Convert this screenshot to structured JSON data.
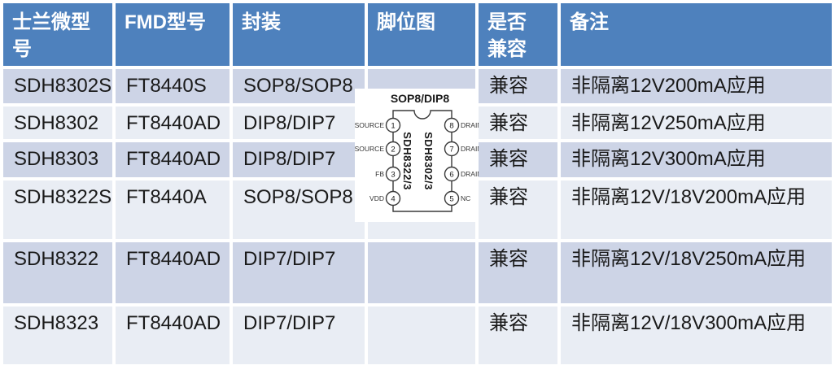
{
  "colors": {
    "header_bg": "#4E81BD",
    "header_text": "#FFFFFF",
    "row_band_dark": "#CDD4E6",
    "row_band_light": "#E9EDF4",
    "body_text": "#1A1A1A",
    "diagram_line": "#3A3A3A"
  },
  "table": {
    "headers": {
      "silan": "士兰微型\n号",
      "fmd": "FMD型号",
      "package": "封装",
      "pin_diagram": "脚位图",
      "compatible": "是否\n兼容",
      "remark": "备注"
    },
    "rows": [
      {
        "silan": "SDH8302S",
        "fmd": "FT8440S",
        "package": "SOP8/SOP8",
        "compatible": "兼容",
        "remark": "非隔离12V200mA应用"
      },
      {
        "silan": "SDH8302",
        "fmd": "FT8440AD",
        "package": "DIP8/DIP7",
        "compatible": "兼容",
        "remark": "非隔离12V250mA应用"
      },
      {
        "silan": "SDH8303",
        "fmd": "FT8440AD",
        "package": "DIP8/DIP7",
        "compatible": "兼容",
        "remark": "非隔离12V300mA应用"
      },
      {
        "silan": "SDH8322S",
        "fmd": "FT8440A",
        "package": "SOP8/SOP8",
        "compatible": "兼容",
        "remark": "非隔离12V/18V200mA应用"
      },
      {
        "silan": "SDH8322",
        "fmd": "FT8440AD",
        "package": "DIP7/DIP7",
        "compatible": "兼容",
        "remark": "非隔离12V/18V250mA应用"
      },
      {
        "silan": "SDH8323",
        "fmd": "FT8440AD",
        "package": "DIP7/DIP7",
        "compatible": "兼容",
        "remark": "非隔离12V/18V300mA应用"
      }
    ]
  },
  "pin_diagram": {
    "title": "SOP8/DIP8",
    "chip_label_left": "SDH8322/3",
    "chip_label_right": "SDH8302/3",
    "left_pins": [
      {
        "name": "SOURCE",
        "number": "1"
      },
      {
        "name": "SOURCE",
        "number": "2"
      },
      {
        "name": "FB",
        "number": "3"
      },
      {
        "name": "VDD",
        "number": "4"
      }
    ],
    "right_pins": [
      {
        "number": "8",
        "name": "DRAIN"
      },
      {
        "number": "7",
        "name": "DRAIN"
      },
      {
        "number": "6",
        "name": "DRAIN"
      },
      {
        "number": "5",
        "name": "NC"
      }
    ]
  }
}
